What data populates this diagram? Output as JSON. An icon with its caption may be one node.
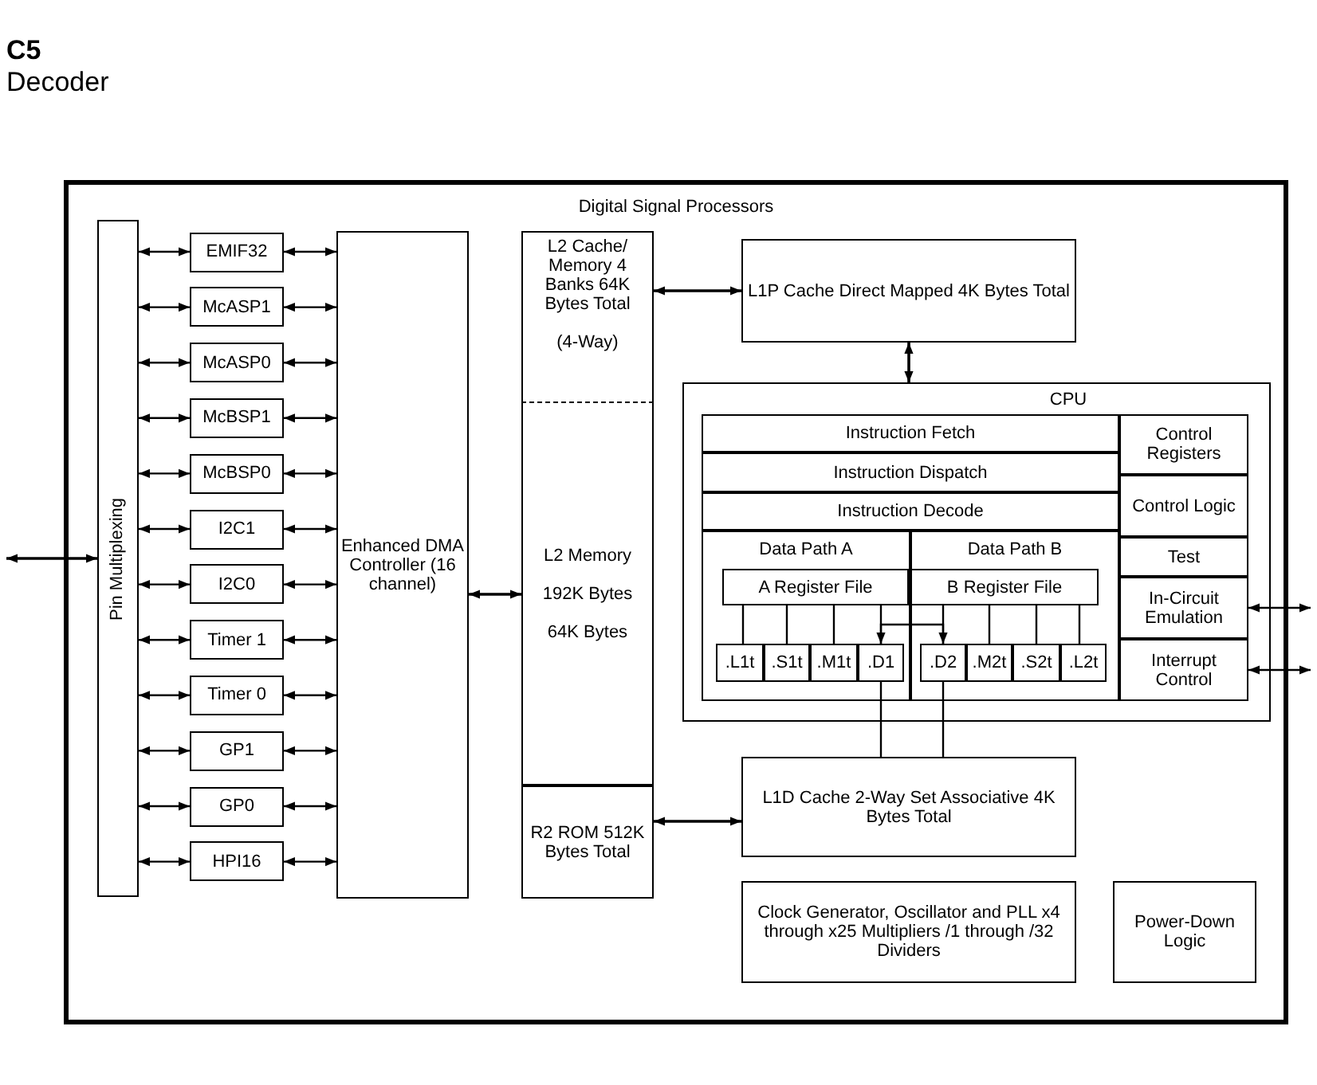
{
  "diagram": {
    "nodes": [
      {
        "text": [
          "Digital Signal Processors"
        ]
      },
      {
        "text": [
          "Pin Multiplexing"
        ],
        "in": 0
      },
      {
        "text": [
          "EMIF32"
        ],
        "in": 0
      },
      {
        "text": [
          "McASP1"
        ],
        "in": 0
      },
      {
        "text": [
          "McASP0"
        ],
        "in": 0
      },
      {
        "text": [
          "McBSP1"
        ],
        "in": 0
      },
      {
        "text": [
          "McBSP0"
        ],
        "in": 0
      },
      {
        "text": [
          "I2C1"
        ],
        "in": 0
      },
      {
        "text": [
          "I2C0"
        ],
        "in": 0
      },
      {
        "text": [
          "Timer 1"
        ],
        "in": 0
      },
      {
        "text": [
          "Timer 0"
        ],
        "in": 0
      },
      {
        "text": [
          "GP1"
        ],
        "in": 0
      },
      {
        "text": [
          "GP0"
        ],
        "in": 0
      },
      {
        "text": [
          "HPI16"
        ],
        "in": 0
      },
      {
        "text": [
          "Enhanced DMA Controller (16 channel)"
        ],
        "in": 0
      },
      {
        "text": [
          "L2 Cache/ Memory 4 Banks 64K Bytes Total",
          "(4-Way)"
        ],
        "in": 0
      },
      {
        "text": [
          "L2 Memory",
          "192K Bytes",
          "64K Bytes"
        ],
        "in": 0
      },
      {
        "text": [
          "R2 ROM 512K Bytes Total"
        ],
        "in": 0
      },
      {
        "text": [
          "L1P Cache Direct Mapped 4K Bytes Total"
        ],
        "in": 0
      },
      {
        "text": [
          "CPU"
        ],
        "in": 0
      },
      {
        "text": [
          "Instruction Fetch"
        ],
        "in": 19
      },
      {
        "text": [
          "Instruction Dispatch"
        ],
        "in": 19
      },
      {
        "text": [
          "Instruction Decode"
        ],
        "in": 19
      },
      {
        "text": [
          "Data Path A"
        ],
        "in": 19
      },
      {
        "text": [
          "A Register File"
        ],
        "in": 23
      },
      {
        "text": [
          ".L1t"
        ],
        "in": 23
      },
      {
        "text": [
          ".S1t"
        ],
        "in": 23
      },
      {
        "text": [
          ".M1t"
        ],
        "in": 23
      },
      {
        "text": [
          ".D1"
        ],
        "in": 23
      },
      {
        "text": [
          "Data Path B"
        ],
        "in": 19
      },
      {
        "text": [
          "B Register File"
        ],
        "in": 29
      },
      {
        "text": [
          ".D2"
        ],
        "in": 29
      },
      {
        "text": [
          ".M2t"
        ],
        "in": 29
      },
      {
        "text": [
          ".S2t"
        ],
        "in": 29
      },
      {
        "text": [
          ".L2t"
        ],
        "in": 29
      },
      {
        "text": [
          "Control Registers"
        ],
        "in": 19
      },
      {
        "text": [
          "Control Logic"
        ],
        "in": 19
      },
      {
        "text": [
          "Test"
        ],
        "in": 19
      },
      {
        "text": [
          "In-Circuit Emulation"
        ],
        "in": 19
      },
      {
        "text": [
          "Interrupt Control"
        ],
        "in": 19
      },
      {
        "text": [
          "L1D Cache 2-Way Set Associative 4K Bytes Total"
        ],
        "in": 0
      },
      {
        "text": [
          "Clock Generator, Oscillator and PLL x4 through x25 Multipliers /1 through /32 Dividers"
        ],
        "in": 0
      },
      {
        "text": [
          "Power-Down Logic"
        ],
        "in": 0
      }
    ],
    "edges": [
      {
        "from": null,
        "to": 1,
        "arrow": "both"
      },
      {
        "from": 1,
        "to": 2,
        "arrow": "both"
      },
      {
        "from": 1,
        "to": 3,
        "arrow": "both"
      },
      {
        "from": 1,
        "to": 4,
        "arrow": "both"
      },
      {
        "from": 1,
        "to": 5,
        "arrow": "both"
      },
      {
        "from": 1,
        "to": 6,
        "arrow": "both"
      },
      {
        "from": 1,
        "to": 7,
        "arrow": "both"
      },
      {
        "from": 1,
        "to": 8,
        "arrow": "both"
      },
      {
        "from": 1,
        "to": 9,
        "arrow": "both"
      },
      {
        "from": 1,
        "to": 10,
        "arrow": "both"
      },
      {
        "from": 1,
        "to": 11,
        "arrow": "both"
      },
      {
        "from": 1,
        "to": 12,
        "arrow": "both"
      },
      {
        "from": 1,
        "to": 13,
        "arrow": "both"
      },
      {
        "from": 2,
        "to": 14,
        "arrow": "both"
      },
      {
        "from": 3,
        "to": 14,
        "arrow": "both"
      },
      {
        "from": 4,
        "to": 14,
        "arrow": "both"
      },
      {
        "from": 5,
        "to": 14,
        "arrow": "both"
      },
      {
        "from": 6,
        "to": 14,
        "arrow": "both"
      },
      {
        "from": 7,
        "to": 14,
        "arrow": "both"
      },
      {
        "from": 8,
        "to": 14,
        "arrow": "both"
      },
      {
        "from": 9,
        "to": 14,
        "arrow": "both"
      },
      {
        "from": 10,
        "to": 14,
        "arrow": "both"
      },
      {
        "from": 11,
        "to": 14,
        "arrow": "both"
      },
      {
        "from": 12,
        "to": 14,
        "arrow": "both"
      },
      {
        "from": 13,
        "to": 14,
        "arrow": "both"
      },
      {
        "from": 14,
        "to": 16,
        "arrow": "both"
      },
      {
        "from": 15,
        "to": 18,
        "arrow": "both"
      },
      {
        "from": 17,
        "to": 40,
        "arrow": "both"
      },
      {
        "from": 18,
        "to": 19,
        "arrow": "both"
      },
      {
        "from": 24,
        "to": 25,
        "arrow": "none"
      },
      {
        "from": 24,
        "to": 26,
        "arrow": "none"
      },
      {
        "from": 24,
        "to": 27,
        "arrow": "none"
      },
      {
        "from": 24,
        "to": 28,
        "arrow": "none"
      },
      {
        "from": 30,
        "to": 31,
        "arrow": "none"
      },
      {
        "from": 30,
        "to": 32,
        "arrow": "none"
      },
      {
        "from": 30,
        "to": 33,
        "arrow": "none"
      },
      {
        "from": 30,
        "to": 34,
        "arrow": "none"
      },
      {
        "from": 28,
        "to": 31,
        "arrow": "both"
      },
      {
        "from": 28,
        "to": 40,
        "arrow": "none"
      },
      {
        "from": 31,
        "to": 40,
        "arrow": "none"
      },
      {
        "from": 38,
        "to": null,
        "arrow": "both"
      },
      {
        "from": 39,
        "to": null,
        "arrow": "both"
      }
    ],
    "labels": [
      "C5",
      "Decoder"
    ]
  }
}
